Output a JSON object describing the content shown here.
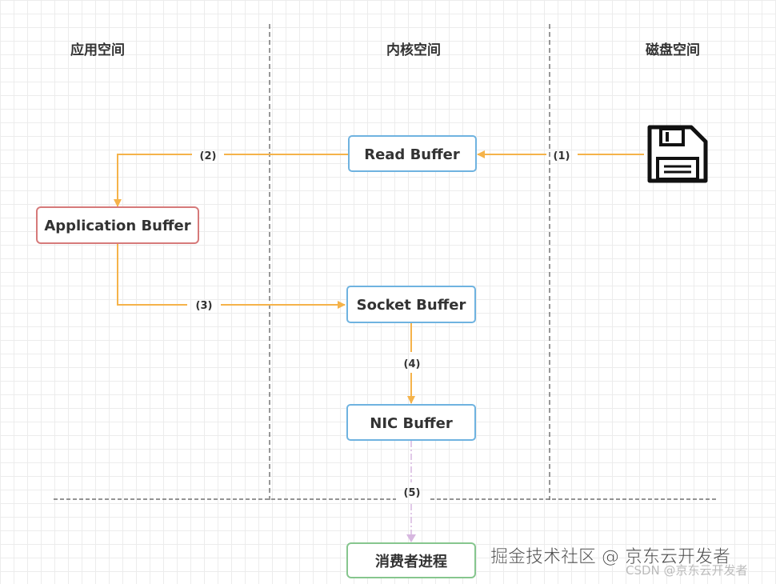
{
  "headers": {
    "app_space": "应用空间",
    "kernel_space": "内核空间",
    "disk_space": "磁盘空间"
  },
  "boxes": {
    "read_buffer": "Read Buffer",
    "application_buffer": "Application Buffer",
    "socket_buffer": "Socket Buffer",
    "nic_buffer": "NIC Buffer",
    "consumer_process": "消费者进程"
  },
  "steps": {
    "s1": "(1)",
    "s2": "(2)",
    "s3": "(3)",
    "s4": "(4)",
    "s5": "(5)"
  },
  "watermarks": {
    "juejin": "掘金技术社区 @ 京东云开发者",
    "csdn": "CSDN @京东云开发者"
  },
  "colors": {
    "arrow": "#f5b34a",
    "read_box": "#6fb3e0",
    "app_box": "#d67a7a",
    "consumer_box": "#86c68e",
    "dashed_arrow": "#d7b7e0"
  }
}
